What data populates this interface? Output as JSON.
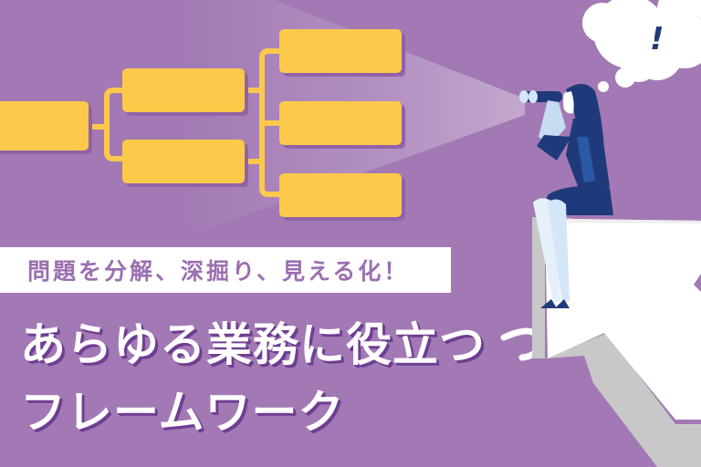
{
  "banner": {
    "subtitle": "問題を分解、深掘り、見える化！",
    "headline_line1": "あらゆる業務に役立つ",
    "headline_line2": "フレームワーク",
    "thought_bubble_symbol": "!"
  },
  "colors": {
    "background": "#a279b4",
    "tree_box": "#fcc94b",
    "subtitle_text": "#9b6fb0",
    "headline_shadow": "#6e3e92",
    "suit": "#1f3a7a",
    "arrow_face": "#ffffff",
    "arrow_side": "#c8c8c8"
  },
  "illustration": {
    "tree_levels": [
      1,
      2,
      3
    ],
    "icons": [
      "logic-tree-icon",
      "binoculars-woman-illustration",
      "thought-bubble-icon",
      "cursor-arrow-icon"
    ]
  }
}
